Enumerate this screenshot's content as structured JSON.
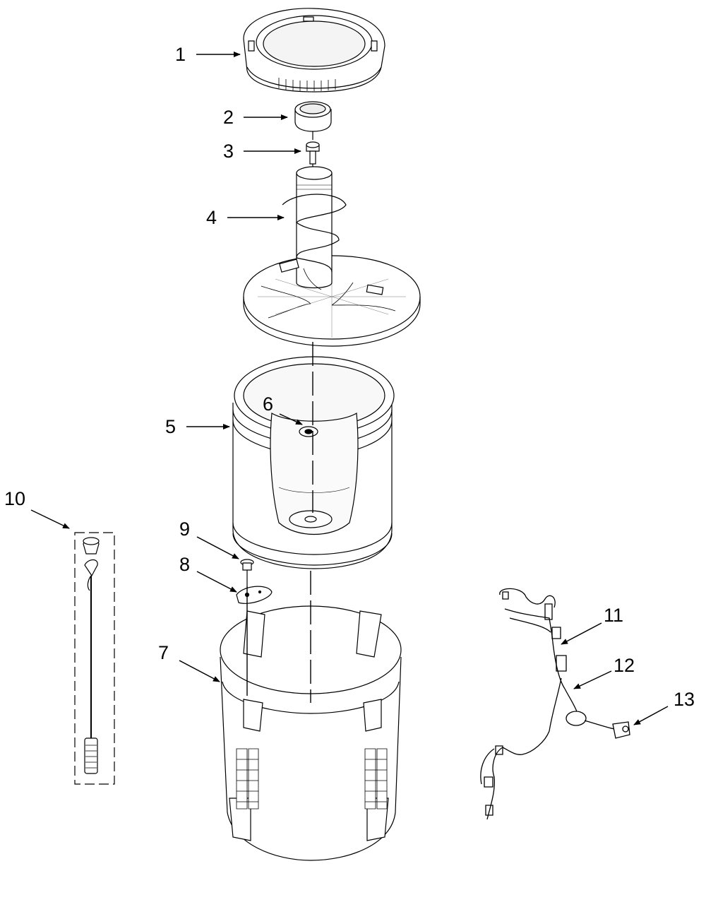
{
  "callouts": [
    {
      "id": "1",
      "label": "1"
    },
    {
      "id": "2",
      "label": "2"
    },
    {
      "id": "3",
      "label": "3"
    },
    {
      "id": "4",
      "label": "4"
    },
    {
      "id": "5",
      "label": "5"
    },
    {
      "id": "6",
      "label": "6"
    },
    {
      "id": "7",
      "label": "7"
    },
    {
      "id": "8",
      "label": "8"
    },
    {
      "id": "9",
      "label": "9"
    },
    {
      "id": "10",
      "label": "10"
    },
    {
      "id": "11",
      "label": "11"
    },
    {
      "id": "12",
      "label": "12"
    },
    {
      "id": "13",
      "label": "13"
    }
  ],
  "colors": {
    "line": "#000000",
    "fill": "#ffffff",
    "shade": "#e8e8e8"
  }
}
